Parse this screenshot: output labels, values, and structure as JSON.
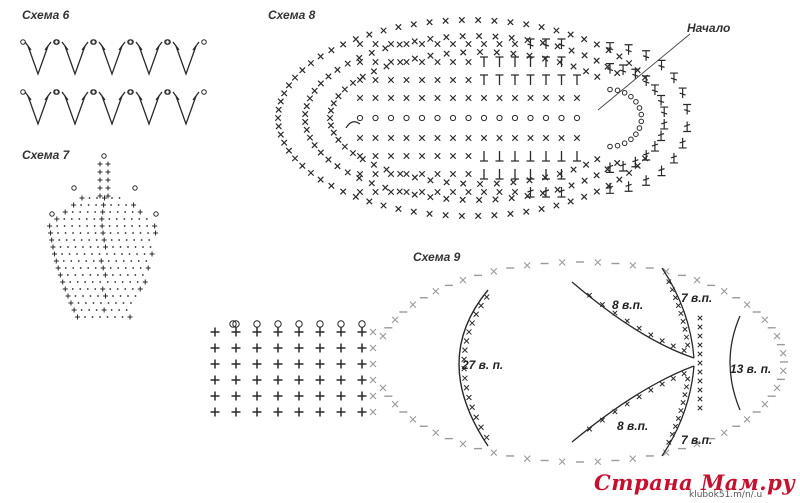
{
  "labels": {
    "scheme6": "Схема 6",
    "scheme7": "Схема 7",
    "scheme8": "Схема 8",
    "scheme9": "Схема 9",
    "start": "Начало"
  },
  "counts": {
    "c27": "27 в. п.",
    "c8a": "8 в.п.",
    "c7a": "7 в.п.",
    "c13": "13 в. п.",
    "c8b": "8 в.п.",
    "c7b": "7 в.п."
  },
  "watermark": {
    "text": "Страна Мам.ру",
    "source": "klubok51.m/n/.u"
  },
  "colors": {
    "ink": "#2a2a2a",
    "light": "#9a9a9a",
    "brand": "#c8102e"
  }
}
